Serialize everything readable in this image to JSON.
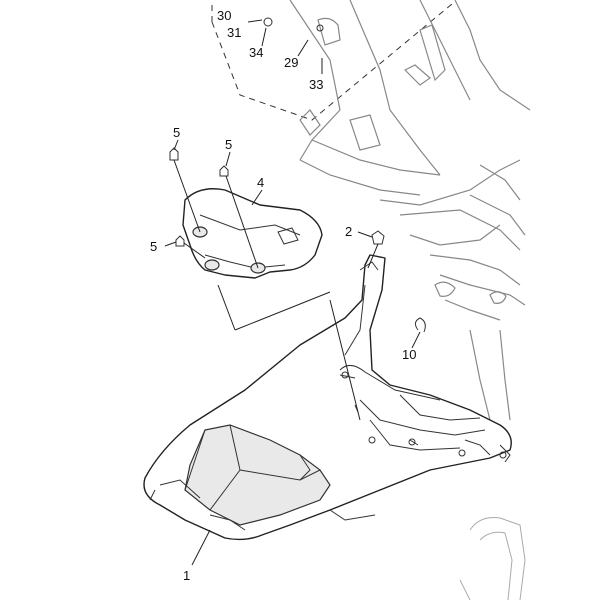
{
  "callouts": {
    "c30": "30",
    "c31": "31",
    "c34": "34",
    "c29": "29",
    "c33": "33",
    "c5a": "5",
    "c5b": "5",
    "c5c": "5",
    "c4": "4",
    "c2": "2",
    "c10": "10",
    "c1": "1"
  }
}
